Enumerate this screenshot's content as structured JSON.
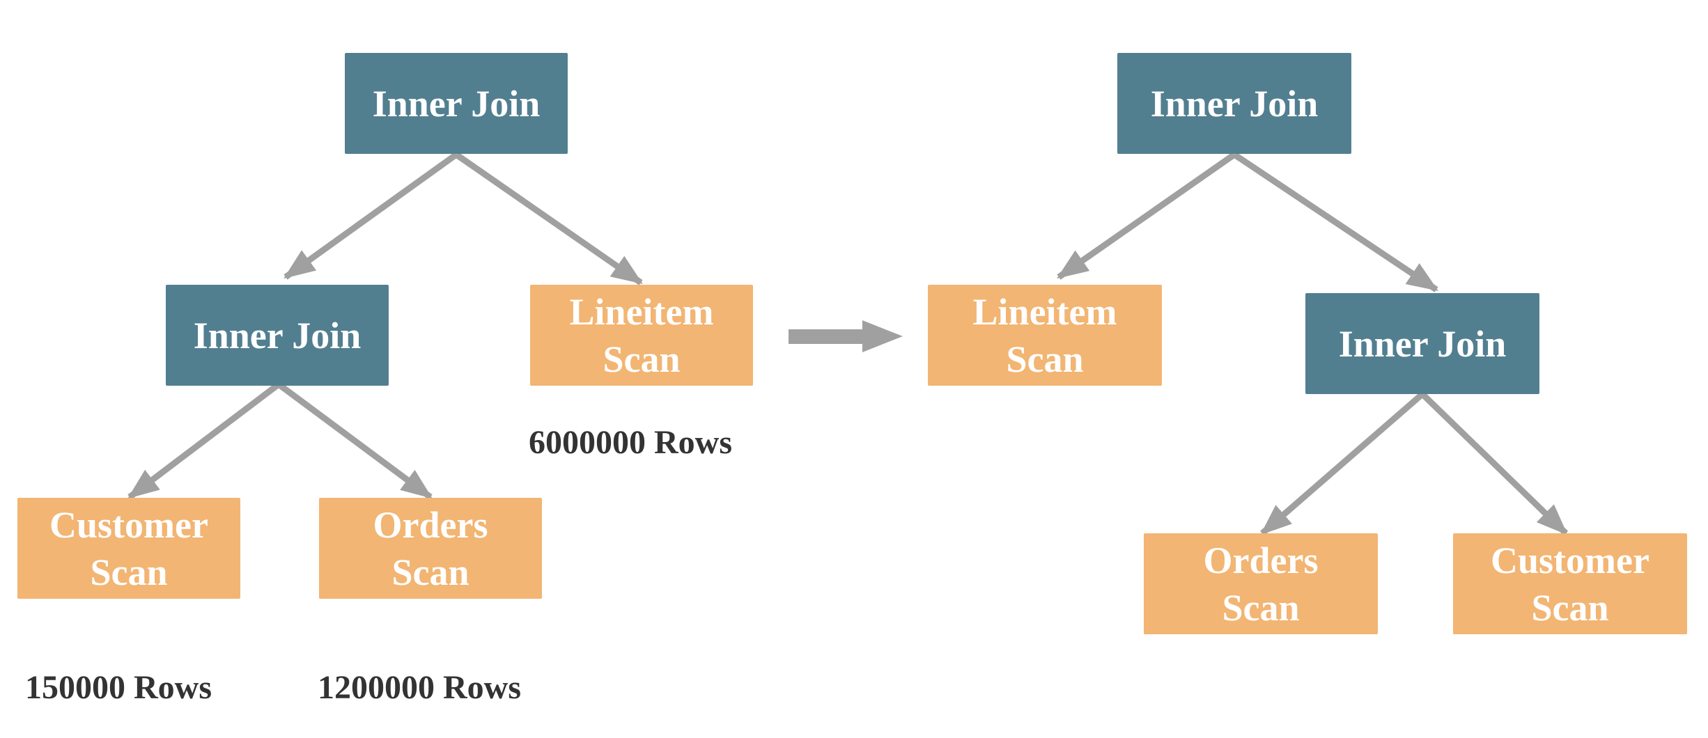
{
  "colors": {
    "join": "#527f90",
    "scan": "#f2b573",
    "edge": "#a0a0a0",
    "row_label": "#333333"
  },
  "left_plan": {
    "root": {
      "line1": "Inner Join"
    },
    "sub_join": {
      "line1": "Inner Join"
    },
    "lineitem": {
      "line1": "Lineitem",
      "line2": "Scan"
    },
    "customer": {
      "line1": "Customer",
      "line2": "Scan"
    },
    "orders": {
      "line1": "Orders",
      "line2": "Scan"
    },
    "row_counts": {
      "lineitem": "6000000 Rows",
      "customer": "150000 Rows",
      "orders": "1200000 Rows"
    }
  },
  "right_plan": {
    "root": {
      "line1": "Inner Join"
    },
    "lineitem": {
      "line1": "Lineitem",
      "line2": "Scan"
    },
    "sub_join": {
      "line1": "Inner Join"
    },
    "orders": {
      "line1": "Orders",
      "line2": "Scan"
    },
    "customer": {
      "line1": "Customer",
      "line2": "Scan"
    }
  }
}
